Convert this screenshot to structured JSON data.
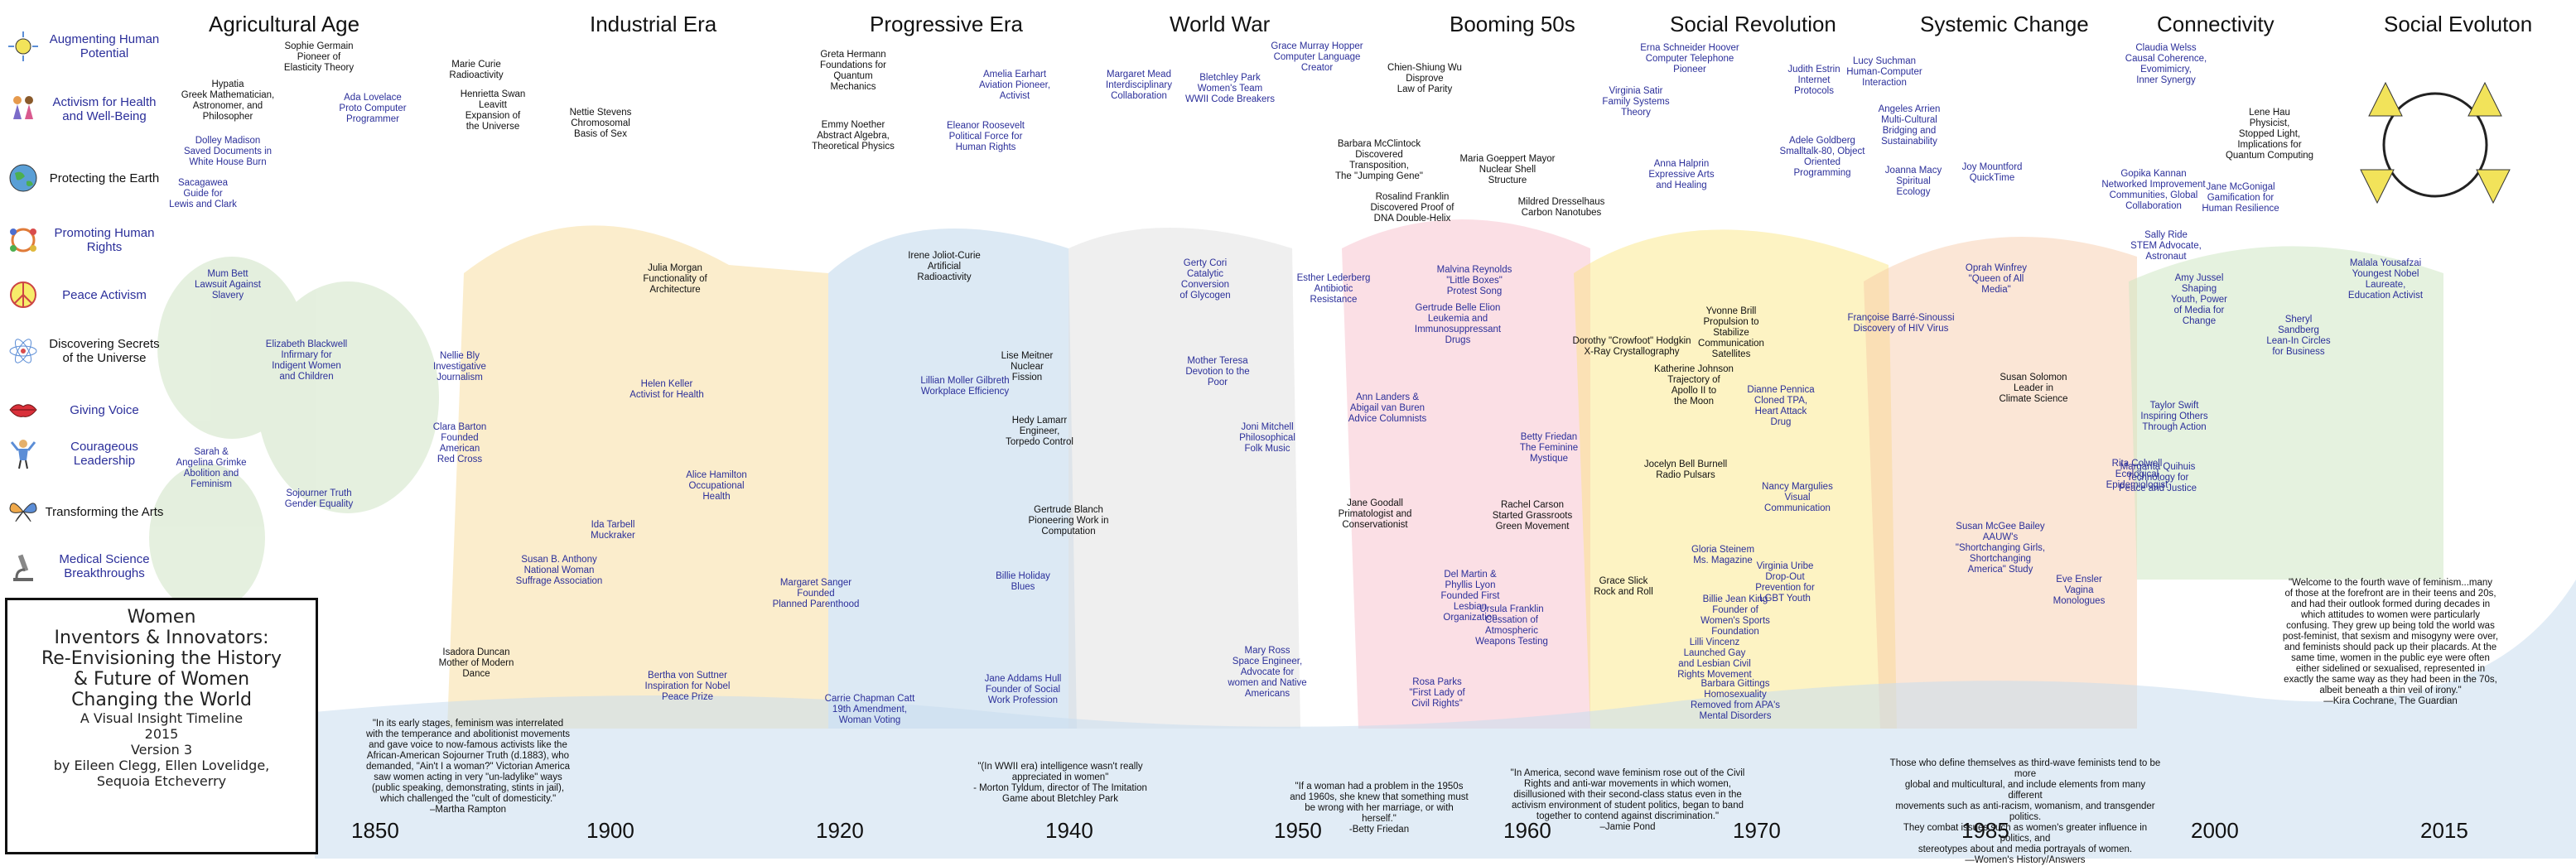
{
  "eras": [
    "Agricultural Age",
    "Industrial Era",
    "Progressive Era",
    "World War",
    "Booming 50s",
    "Social Revolution",
    "Systemic Change",
    "Connectivity",
    "Social Evoluton"
  ],
  "years": [
    "1850",
    "1900",
    "1920",
    "1940",
    "1950",
    "1960",
    "1970",
    "1985",
    "2000",
    "2015"
  ],
  "legend": [
    {
      "label": "Augmenting Human Potential",
      "icon": "sun-figure-icon"
    },
    {
      "label": "Activism for Health and Well-Being",
      "icon": "dancing-figures-icon"
    },
    {
      "label": "Protecting the Earth",
      "icon": "globe-icon"
    },
    {
      "label": "Promoting Human Rights",
      "icon": "hands-circle-icon"
    },
    {
      "label": "Peace Activism",
      "icon": "peace-sign-icon"
    },
    {
      "label": "Discovering Secrets of the Universe",
      "icon": "atom-icon"
    },
    {
      "label": "Giving Voice",
      "icon": "lips-icon"
    },
    {
      "label": "Courageous Leadership",
      "icon": "leader-figure-icon"
    },
    {
      "label": "Transforming the Arts",
      "icon": "butterfly-icon"
    },
    {
      "label": "Medical Science Breakthroughs",
      "icon": "microscope-icon"
    }
  ],
  "title_box": {
    "line1": "Women",
    "line2": "Inventors & Innovators:",
    "line3": "Re-Envisioning the History",
    "line4": "& Future of Women",
    "line5": "Changing the World",
    "line6": "A Visual Insight Timeline",
    "line7": "2015",
    "line8": "Version 3",
    "line9": "by Eileen Clegg, Ellen Lovelidge,",
    "line10": "Sequoia Etcheverry"
  },
  "people": [
    {
      "text": "Sophie Germain\nPioneer of\nElasticity Theory",
      "blue": false
    },
    {
      "text": "Hypatia\nGreek Mathematician,\nAstronomer, and\nPhilosopher",
      "blue": false
    },
    {
      "text": "Ada Lovelace\nProto Computer\nProgrammer",
      "blue": true
    },
    {
      "text": "Dolley Madison\nSaved Documents in\nWhite House Burn",
      "blue": true
    },
    {
      "text": "Sacagawea\nGuide for\nLewis and Clark",
      "blue": true
    },
    {
      "text": "Mum Bett\nLawsuit Against\nSlavery",
      "blue": true
    },
    {
      "text": "Elizabeth Blackwell\nInfirmary for\nIndigent Women\nand Children",
      "blue": true
    },
    {
      "text": "Sarah &\nAngelina Grimke\nAbolition and\nFeminism",
      "blue": true
    },
    {
      "text": "Sojourner Truth\nGender Equality",
      "blue": true
    },
    {
      "text": "Marie Curie\nRadioactivity",
      "blue": false
    },
    {
      "text": "Henrietta Swan\nLeavitt\nExpansion of\nthe Universe",
      "blue": false
    },
    {
      "text": "Nettie Stevens\nChromosomal\nBasis of Sex",
      "blue": false
    },
    {
      "text": "Julia Morgan\nFunctionality of\nArchitecture",
      "blue": false
    },
    {
      "text": "Nellie Bly\nInvestigative\nJournalism",
      "blue": true
    },
    {
      "text": "Helen Keller\nActivist for Health",
      "blue": true
    },
    {
      "text": "Clara Barton\nFounded\nAmerican\nRed Cross",
      "blue": true
    },
    {
      "text": "Alice Hamilton\nOccupational\nHealth",
      "blue": true
    },
    {
      "text": "Ida Tarbell\nMuckraker",
      "blue": true
    },
    {
      "text": "Susan B. Anthony\nNational Woman\nSuffrage Association",
      "blue": true
    },
    {
      "text": "Margaret Sanger\nFounded\nPlanned Parenthood",
      "blue": true
    },
    {
      "text": "Isadora Duncan\nMother of Modern\nDance",
      "blue": false
    },
    {
      "text": "Bertha von Suttner\nInspiration for Nobel\nPeace Prize",
      "blue": true
    },
    {
      "text": "Carrie Chapman Catt\n19th Amendment,\nWoman Voting",
      "blue": true
    },
    {
      "text": "Greta Hermann\nFoundations for\nQuantum\nMechanics",
      "blue": false
    },
    {
      "text": "Emmy Noether\nAbstract Algebra,\nTheoretical Physics",
      "blue": false
    },
    {
      "text": "Eleanor Roosevelt\nPolitical Force for\nHuman Rights",
      "blue": true
    },
    {
      "text": "Amelia Earhart\nAviation Pioneer,\nActivist",
      "blue": true
    },
    {
      "text": "Irene Joliot-Curie\nArtificial\nRadioactivity",
      "blue": false
    },
    {
      "text": "Lillian Moller Gilbreth\nWorkplace Efficiency",
      "blue": true
    },
    {
      "text": "Lise Meitner\nNuclear\nFission",
      "blue": false
    },
    {
      "text": "Hedy Lamarr\nEngineer,\nTorpedo Control",
      "blue": false
    },
    {
      "text": "Gertrude Blanch\nPioneering Work in\nComputation",
      "blue": false
    },
    {
      "text": "Billie Holiday\nBlues",
      "blue": true
    },
    {
      "text": "Jane Addams Hull\nFounder of Social\nWork Profession",
      "blue": true
    },
    {
      "text": "Margaret Mead\nInterdisciplinary\nCollaboration",
      "blue": true
    },
    {
      "text": "Bletchley Park\nWomen's Team\nWWII Code Breakers",
      "blue": true
    },
    {
      "text": "Grace Murray Hopper\nComputer Language\nCreator",
      "blue": true
    },
    {
      "text": "Chien-Shiung Wu\nDisprove\nLaw of Parity",
      "blue": false
    },
    {
      "text": "Barbara McClintock\nDiscovered\nTransposition,\nThe \"Jumping Gene\"",
      "blue": false
    },
    {
      "text": "Maria Goeppert Mayor\nNuclear Shell\nStructure",
      "blue": false
    },
    {
      "text": "Rosalind Franklin\nDiscovered Proof of\nDNA Double-Helix",
      "blue": false
    },
    {
      "text": "Mildred Dresselhaus\nCarbon Nanotubes",
      "blue": false
    },
    {
      "text": "Gerty Cori\nCatalytic\nConversion\nof Glycogen",
      "blue": true
    },
    {
      "text": "Esther Lederberg\nAntibiotic\nResistance",
      "blue": true
    },
    {
      "text": "Mother Teresa\nDevotion to the\nPoor",
      "blue": true
    },
    {
      "text": "Joni Mitchell\nPhilosophical\nFolk Music",
      "blue": true
    },
    {
      "text": "Jane Goodall\nPrimatologist and\nConservationist",
      "blue": false
    },
    {
      "text": "Mary Ross\nSpace Engineer,\nAdvocate for\nwomen and Native\nAmericans",
      "blue": true
    },
    {
      "text": "Ann Landers &\nAbigail van Buren\nAdvice Columnists",
      "blue": true
    },
    {
      "text": "Malvina Reynolds\n\"Little Boxes\"\nProtest Song",
      "blue": true
    },
    {
      "text": "Gertrude Belle Elion\nLeukemia and\nImmunosuppressant\nDrugs",
      "blue": true
    },
    {
      "text": "Dorothy \"Crowfoot\" Hodgkin\nX-Ray Crystallography",
      "blue": false
    },
    {
      "text": "Betty Friedan\nThe Feminine\nMystique",
      "blue": true
    },
    {
      "text": "Rachel Carson\nStarted Grassroots\nGreen Movement",
      "blue": false
    },
    {
      "text": "Del Martin &\nPhyllis Lyon\nFounded First\nLesbian\nOrganization",
      "blue": true
    },
    {
      "text": "Ursula Franklin\nCessation of\nAtmospheric\nWeapons Testing",
      "blue": true
    },
    {
      "text": "Rosa Parks\n\"First Lady of\nCivil Rights\"",
      "blue": true
    },
    {
      "text": "Erna Schneider Hoover\nComputer Telephone\nPioneer",
      "blue": true
    },
    {
      "text": "Judith Estrin\nInternet\nProtocols",
      "blue": true
    },
    {
      "text": "Virginia Satir\nFamily Systems\nTheory",
      "blue": true
    },
    {
      "text": "Anna Halprin\nExpressive Arts\nand Healing",
      "blue": true
    },
    {
      "text": "Adele Goldberg\nSmalltalk-80, Object\nOriented\nProgramming",
      "blue": true
    },
    {
      "text": "Yvonne Brill\nPropulsion to\nStabilize\nCommunication\nSatellites",
      "blue": false
    },
    {
      "text": "Katherine Johnson\nTrajectory of\nApollo II to\nthe Moon",
      "blue": false
    },
    {
      "text": "Jocelyn Bell Burnell\nRadio Pulsars",
      "blue": false
    },
    {
      "text": "Gloria Steinem\nMs. Magazine",
      "blue": true
    },
    {
      "text": "Grace Slick\nRock and Roll",
      "blue": false
    },
    {
      "text": "Billie Jean King\nFounder of\nWomen's Sports\nFoundation",
      "blue": true
    },
    {
      "text": "Lilli Vincenz\nLaunched Gay\nand Lesbian Civil\nRights Movement",
      "blue": true
    },
    {
      "text": "Nancy Margulies\nVisual\nCommunication",
      "blue": true
    },
    {
      "text": "Dianne Pennica\nCloned TPA,\nHeart Attack\nDrug",
      "blue": true
    },
    {
      "text": "Virginia Uribe\nDrop-Out\nPrevention for\nLGBT Youth",
      "blue": true
    },
    {
      "text": "Barbara Gittings\nHomosexuality\nRemoved from APA's\nMental Disorders",
      "blue": true
    },
    {
      "text": "Lucy Suchman\nHuman-Computer\nInteraction",
      "blue": true
    },
    {
      "text": "Angeles Arrien\nMulti-Cultural\nBridging and\nSustainability",
      "blue": true
    },
    {
      "text": "Joanna Macy\nSpiritual\nEcology",
      "blue": true
    },
    {
      "text": "Joy Mountford\nQuickTime",
      "blue": true
    },
    {
      "text": "Oprah Winfrey\n\"Queen of All\nMedia\"",
      "blue": true
    },
    {
      "text": "Françoise Barré-Sinoussi\nDiscovery of HIV Virus",
      "blue": true
    },
    {
      "text": "Susan Solomon\nLeader in\nClimate Science",
      "blue": false
    },
    {
      "text": "Rita Colwell\nEcological\nEpidemiologist",
      "blue": true
    },
    {
      "text": "Susan McGee Bailey\nAAUW's\n\"Shortchanging Girls,\nShortchanging\nAmerica\" Study",
      "blue": true
    },
    {
      "text": "Eve Ensler\nVagina\nMonologues",
      "blue": true
    },
    {
      "text": "Claudia Welss\nCausal Coherence,\nEvomimicry,\nInner Synergy",
      "blue": true
    },
    {
      "text": "Lene Hau\nPhysicist,\nStopped Light,\nImplications for\nQuantum Computing",
      "blue": false
    },
    {
      "text": "Gopika Kannan\nNetworked Improvement\nCommunities, Global\nCollaboration",
      "blue": true
    },
    {
      "text": "Jane McGonigal\nGamification for\nHuman Resilience",
      "blue": true
    },
    {
      "text": "Sally Ride\nSTEM Advocate,\nAstronaut",
      "blue": true
    },
    {
      "text": "Amy Jussel\nShaping\nYouth, Power\nof Media for\nChange",
      "blue": true
    },
    {
      "text": "Sheryl\nSandberg\nLean-In Circles\nfor Business",
      "blue": true
    },
    {
      "text": "Taylor Swift\nInspiring Others\nThrough Action",
      "blue": true
    },
    {
      "text": "Margarita Quihuis\nTechnology for\nPeace and Justice",
      "blue": true
    },
    {
      "text": "Malala Yousafzai\nYoungest Nobel\nLaureate,\nEducation Activist",
      "blue": true
    }
  ],
  "quotes": [
    {
      "text": "\"In its early stages, feminism was interrelated\nwith the temperance and abolitionist movements\nand gave voice to now-famous activists like the\nAfrican-American Sojourner Truth (d.1883), who\ndemanded, \"Ain't I a woman?\" Victorian America\nsaw women acting in very \"un-ladylike\" ways\n(public speaking, demonstrating, stints in jail),\nwhich challenged the \"cult of domesticity.\"\n–Martha Rampton"
    },
    {
      "text": "\"(In WWII era) intelligence wasn't really\nappreciated in women\"\n- Morton Tyldum, director of The Imitation\nGame about Bletchley Park"
    },
    {
      "text": "\"If a woman had a problem in the 1950s\nand 1960s, she knew that something must\nbe wrong with her marriage, or with\nherself.\"\n-Betty Friedan"
    },
    {
      "text": "\"In America, second wave feminism rose out of the Civil\nRights and anti-war movements in which women,\ndisillusioned with their second-class status even in the\nactivism environment of student politics, began to band\ntogether to contend against discrimination.\"\n–Jamie Pond"
    },
    {
      "text": "Those who define themselves as third-wave feminists tend to be more\nglobal and multicultural, and include elements from many different\nmovements such as anti-racism, womanism, and transgender politics.\nThey combat issues such as women's greater influence in politics, and\nstereotypes about and media portrayals of women.\n—Women's History/Answers"
    },
    {
      "text": "\"Welcome to the fourth wave of feminism...many\nof those at the forefront are in their teens and 20s,\nand had their outlook formed during decades in\nwhich attitudes to women were particularly\nconfusing. They grew up being told the world was\npost-feminist, that sexism and misogyny were over,\nand feminists should pack up their placards. At the\nsame time, women in the public eye were often\neither sidelined or sexualised, represented in\nexactly the same way as they had been in the 70s,\nalbeit beneath a thin veil of irony.\"\n—Kira Cochrane, The Guardian"
    }
  ],
  "colors": {
    "agricultural": "#cfe3c4",
    "industrial": "#f7dfa3",
    "progressive": "#b9d3ea",
    "worldwar": "#e0e0e0",
    "booming": "#f6b9c6",
    "social": "#fbe57a",
    "systemic": "#f7c7a5",
    "connectivity": "#cfe8c5",
    "water": "#c9dcee",
    "blue_text": "#2b2f9a"
  }
}
